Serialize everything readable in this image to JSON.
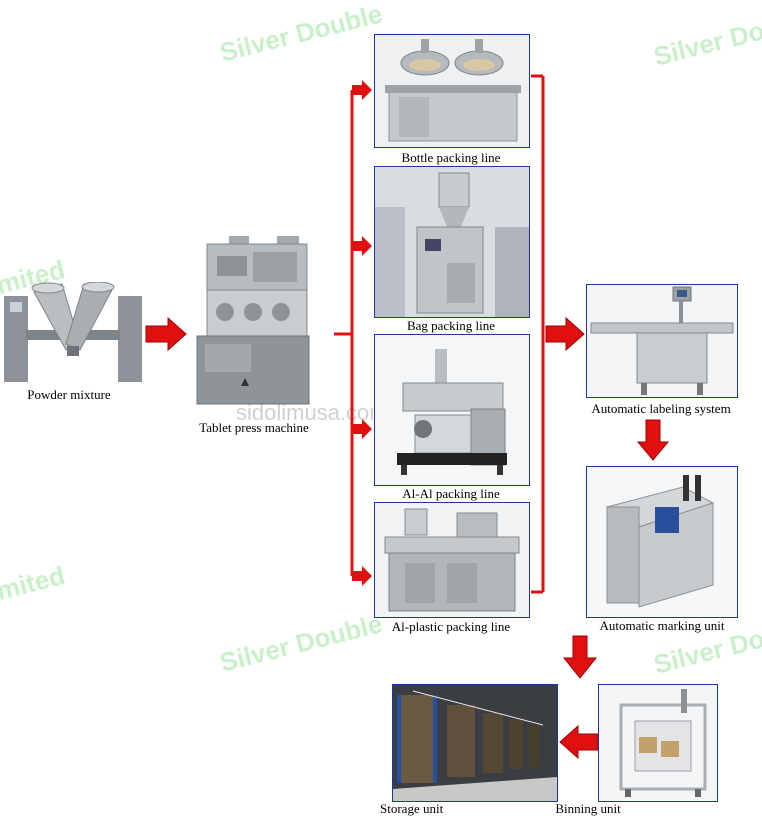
{
  "watermarks": {
    "brand": "Silver Double",
    "partial": "mited",
    "site": "sidolimusa.com"
  },
  "labels": {
    "powder": "Powder mixture",
    "tablet": "Tablet press machine",
    "bottle": "Bottle packing line",
    "bag": "Bag packing line",
    "alal": "Al-Al packing line",
    "alplastic": "Al-plastic packing line",
    "labeling": "Automatic labeling system",
    "marking": "Automatic marking unit",
    "storage": "Storage unit",
    "binning": "Binning unit"
  },
  "colors": {
    "arrow": "#e01010",
    "arrow_edge": "#a00000",
    "box_border": "#1a3a9a",
    "watermark": "#9fe49f"
  }
}
